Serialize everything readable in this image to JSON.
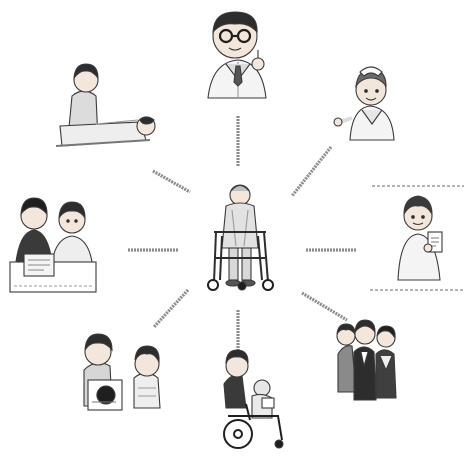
{
  "diagram": {
    "center": {
      "name": "elderly-person-with-walker"
    },
    "spokes": [
      {
        "name": "doctor"
      },
      {
        "name": "nurse"
      },
      {
        "name": "pharmacist"
      },
      {
        "name": "family-support"
      },
      {
        "name": "wheelchair-caregiver"
      },
      {
        "name": "counseling"
      },
      {
        "name": "consultation-team"
      },
      {
        "name": "rehabilitation-therapist"
      }
    ],
    "colors": {
      "line": "#8c8c8c",
      "outline": "#3a3a3a",
      "skin": "#f3e7dc",
      "hair": "#2d2d2d",
      "shade": "#bfbfbf",
      "light": "#eeeeee",
      "dark": "#1f1f1f"
    }
  }
}
